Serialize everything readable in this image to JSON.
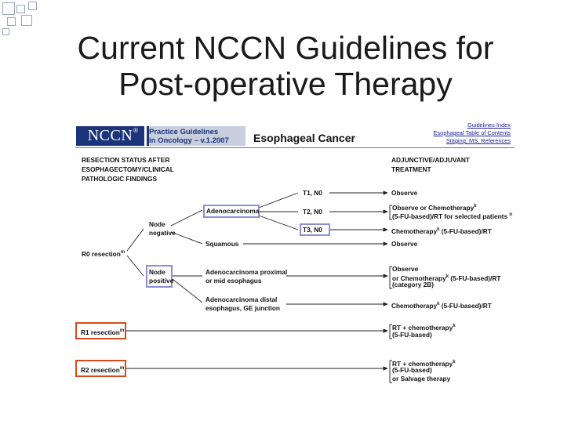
{
  "slide": {
    "title_line1": "Current NCCN Guidelines for",
    "title_line2": "Post-operative Therapy"
  },
  "header": {
    "logo_text": "NCCN",
    "logo_mark": "®",
    "practice_line1": "Practice Guidelines",
    "practice_line2": "in Oncology – v.1.2007",
    "cancer_title": "Esophageal Cancer",
    "links": [
      "Guidelines Index",
      "Esophageal Table of Contents",
      "Staging, MS, References"
    ]
  },
  "columns": {
    "left_header": [
      "RESECTION STATUS AFTER",
      "ESOPHAGECTOMY/CLINICAL",
      "PATHOLOGIC FINDINGS"
    ],
    "right_header": [
      "ADJUNCTIVE/ADJUVANT",
      "TREATMENT"
    ]
  },
  "nodes": {
    "r0": "R0 resection",
    "r0_sup": "m",
    "node_neg_1": "Node",
    "node_neg_2": "negative",
    "node_pos_1": "Node",
    "node_pos_2": "positive",
    "adeno": "Adenocarcinoma",
    "squamous": "Squamous",
    "adeno_prox_1": "Adenocarcinoma proximal",
    "adeno_prox_2": "or mid esophagus",
    "adeno_dist_1": "Adenocarcinoma distal",
    "adeno_dist_2": "esophagus, GE junction",
    "t1": "T1, N0",
    "t2": "T2, N0",
    "t3": "T3, N0",
    "r1": "R1 resection",
    "r1_sup": "m",
    "r2": "R2 resection",
    "r2_sup": "m"
  },
  "treatments": {
    "t1": "Observe",
    "t2_line1": "Observe or Chemotherapy",
    "t2_sup1": "k",
    "t2_line2": "(5-FU-based)/RT for selected patients",
    "t2_sup2": "n",
    "t3_a": "Chemotherapy",
    "t3_sup": "k",
    "t3_b": " (5-FU-based)/RT",
    "squamous": "Observe",
    "prox_line1": "Observe",
    "prox_line2a": "or Chemotherapy",
    "prox_sup": "k",
    "prox_line2b": " (5-FU-based)/RT",
    "prox_line3": "(category 2B)",
    "dist_a": "Chemotherapy",
    "dist_sup": "k",
    "dist_b": " (5-FU-based)/RT",
    "r1_line1": "RT + chemotherapy",
    "r1_sup": "k",
    "r1_line2": "(5-FU-based)",
    "r2_line1": "RT + chemotherapy",
    "r2_sup": "k",
    "r2_line2": "(5-FU-based)",
    "r2_line3": "or Salvage therapy"
  },
  "colors": {
    "nccn_blue": "#1c3479",
    "highlight_blue": "#8c8fd6",
    "highlight_red": "#d9481a"
  }
}
